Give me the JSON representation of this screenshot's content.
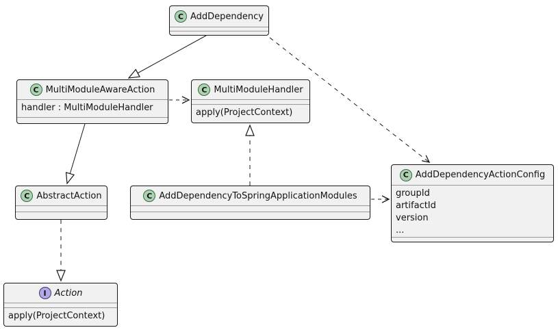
{
  "diagram": {
    "type": "uml-class-diagram",
    "background": "#ffffff",
    "colors": {
      "box_fill": "#F1F1F1",
      "box_border": "#181818",
      "separator": "#989898",
      "line_color": "#181818",
      "class_spot_fill": "#ADD1B2",
      "class_spot_border": "#2F6B38",
      "interface_spot_fill": "#B4A7E5",
      "interface_spot_border": "#3B3268"
    },
    "classes": {
      "add_dependency": {
        "stereotype": "C",
        "name": "AddDependency"
      },
      "multi_module_aware_action": {
        "stereotype": "C",
        "name": "MultiModuleAwareAction",
        "fields": [
          "handler : MultiModuleHandler"
        ]
      },
      "multi_module_handler": {
        "stereotype": "C",
        "name": "MultiModuleHandler",
        "methods": [
          "apply(ProjectContext)"
        ]
      },
      "add_dependency_action_config": {
        "stereotype": "C",
        "name": "AddDependencyActionConfig",
        "fields": [
          "groupId",
          "artifactId",
          "version",
          "..."
        ]
      },
      "abstract_action": {
        "stereotype": "C",
        "name": "AbstractAction"
      },
      "add_dependency_to_spring_application_modules": {
        "stereotype": "C",
        "name": "AddDependencyToSpringApplicationModules"
      },
      "action": {
        "stereotype": "I",
        "name": "Action",
        "methods": [
          "apply(ProjectContext)"
        ]
      }
    },
    "relations": [
      {
        "from": "AddDependency",
        "to": "MultiModuleAwareAction",
        "type": "extends",
        "line": "solid",
        "head": "hollow-triangle"
      },
      {
        "from": "AddDependency",
        "to": "AddDependencyActionConfig",
        "type": "dependency",
        "line": "dashed",
        "head": "open-arrow"
      },
      {
        "from": "MultiModuleAwareAction",
        "to": "MultiModuleHandler",
        "type": "dependency",
        "line": "dashed",
        "head": "open-arrow"
      },
      {
        "from": "MultiModuleAwareAction",
        "to": "AbstractAction",
        "type": "extends",
        "line": "solid",
        "head": "hollow-triangle"
      },
      {
        "from": "AbstractAction",
        "to": "Action",
        "type": "implements",
        "line": "dashed",
        "head": "hollow-triangle"
      },
      {
        "from": "AddDependencyToSpringApplicationModules",
        "to": "MultiModuleHandler",
        "type": "implements",
        "line": "dashed",
        "head": "hollow-triangle"
      },
      {
        "from": "AddDependencyToSpringApplicationModules",
        "to": "AddDependencyActionConfig",
        "type": "dependency",
        "line": "dashed",
        "head": "open-arrow"
      }
    ]
  }
}
